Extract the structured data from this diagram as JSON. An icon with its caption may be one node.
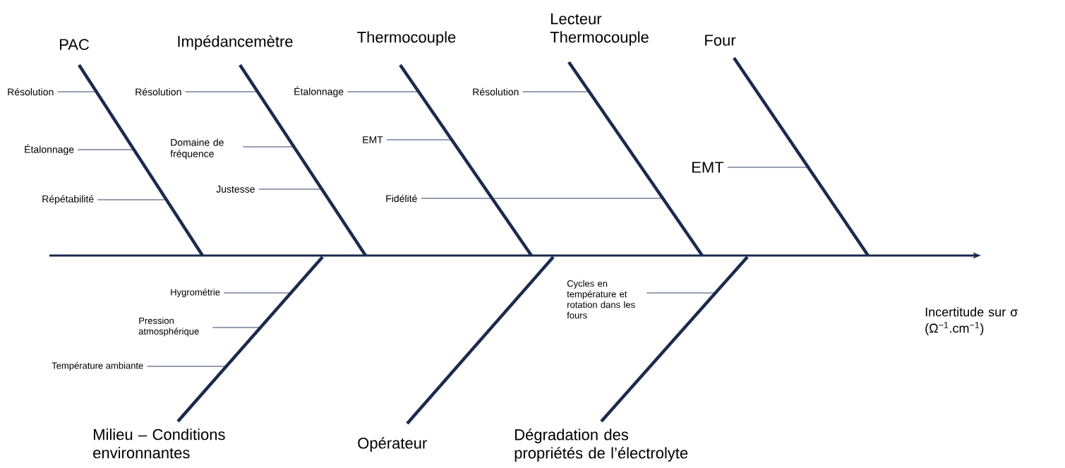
{
  "diagram": {
    "nodes": [
      {
        "text": [
          "PAC"
        ]
      },
      {
        "text": [
          "Impédancemètre"
        ]
      },
      {
        "text": [
          "Thermocouple"
        ]
      },
      {
        "text": [
          "Lecteur Thermocouple"
        ]
      },
      {
        "text": [
          "Four"
        ]
      },
      {
        "text": [
          "Résolution"
        ]
      },
      {
        "text": [
          "Étalonnage"
        ]
      },
      {
        "text": [
          "Répétabilité"
        ]
      },
      {
        "text": [
          "Résolution"
        ]
      },
      {
        "text": [
          "Domaine de fréquence"
        ]
      },
      {
        "text": [
          "Justesse"
        ]
      },
      {
        "text": [
          "Étalonnage"
        ]
      },
      {
        "text": [
          "EMT"
        ]
      },
      {
        "text": [
          "Fidélité"
        ]
      },
      {
        "text": [
          "Résolution"
        ]
      },
      {
        "text": [
          "EMT"
        ]
      },
      {
        "text": [
          "Hygrométrie"
        ]
      },
      {
        "text": [
          "Pression atmosphérique"
        ]
      },
      {
        "text": [
          "Température ambiante"
        ]
      },
      {
        "text": [
          "Cycles en température et rotation dans les fours"
        ]
      },
      {
        "text": [
          "Milieu – Conditions environnantes"
        ]
      },
      {
        "text": [
          "Opérateur"
        ]
      },
      {
        "text": [
          "Dégradation des propriétés de l’électrolyte"
        ]
      }
    ],
    "edges": [
      {
        "from": 0,
        "to": null,
        "arrow": "none",
        "style": "thick"
      },
      {
        "from": 1,
        "to": null,
        "arrow": "none",
        "style": "thick"
      },
      {
        "from": 2,
        "to": null,
        "arrow": "none",
        "style": "thick"
      },
      {
        "from": 3,
        "to": null,
        "arrow": "none",
        "style": "thick"
      },
      {
        "from": 4,
        "to": null,
        "arrow": "none",
        "style": "thick"
      },
      {
        "from": 20,
        "to": null,
        "arrow": "none",
        "style": "thick"
      },
      {
        "from": 21,
        "to": null,
        "arrow": "none",
        "style": "thick"
      },
      {
        "from": 22,
        "to": null,
        "arrow": "none",
        "style": "thick"
      },
      {
        "from": 5,
        "to": null,
        "arrow": "none"
      },
      {
        "from": 6,
        "to": null,
        "arrow": "none"
      },
      {
        "from": 7,
        "to": null,
        "arrow": "none"
      },
      {
        "from": 8,
        "to": null,
        "arrow": "none"
      },
      {
        "from": 9,
        "to": null,
        "arrow": "none"
      },
      {
        "from": 10,
        "to": null,
        "arrow": "none"
      },
      {
        "from": 11,
        "to": null,
        "arrow": "none"
      },
      {
        "from": 12,
        "to": null,
        "arrow": "none"
      },
      {
        "from": 13,
        "to": null,
        "arrow": "none"
      },
      {
        "from": 14,
        "to": null,
        "arrow": "none"
      },
      {
        "from": 15,
        "to": null,
        "arrow": "none"
      },
      {
        "from": 16,
        "to": null,
        "arrow": "none"
      },
      {
        "from": 17,
        "to": null,
        "arrow": "none"
      },
      {
        "from": 18,
        "to": null,
        "arrow": "none"
      },
      {
        "from": 19,
        "to": null,
        "arrow": "none"
      }
    ],
    "labels": [
      "Incertitude sur σ (Ω$^{−1}$.cm$^{−1}$)"
    ]
  }
}
